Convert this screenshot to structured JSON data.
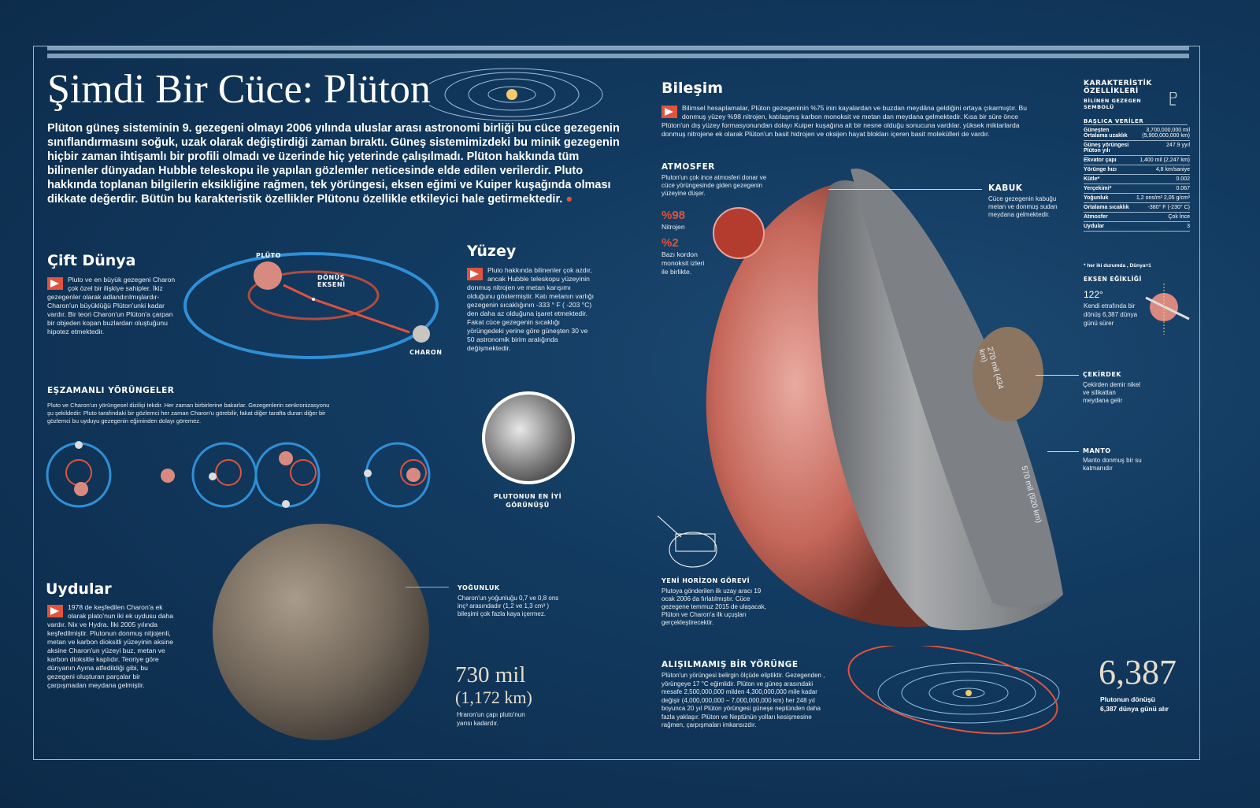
{
  "title": "Şimdi Bir Cüce: Plüton",
  "intro": "Plüton güneş sisteminin 9. gezegeni olmayı 2006 yılında uluslar arası astronomi birliği bu cüce gezegenin sınıflandırmasını soğuk, uzak olarak değiştirdiği zaman bıraktı. Güneş sistemimizdeki bu minik gezegenin hiçbir zaman ihtişamlı bir profili olmadı ve üzerinde hiç yeterinde çalışılmadı. Plüton hakkında tüm bilinenler dünyadan Hubble teleskopu ile yapılan gözlemler neticesinde elde edilen verilerdir. Pluto hakkında toplanan bilgilerin eksikliğine rağmen, tek yörüngesi, eksen eğimi ve Kuiper kuşağında olması dikkate değerdir. Bütün bu karakteristik özellikler Plütonu özellikle etkileyici hale getirmektedir.",
  "cift": {
    "title": "Çift Dünya",
    "text": "Pluto ve en büyük gezegeni Charon çok özel bir ilişkiye sahipler. İkiz gezegenler olarak adlandırılmışlardır- Charon'un büyüklüğü Plüton'unki kadar vardır. Bir teori Charon'un Plüton'a çarpan bir objeden kopan buzlardan oluştuğunu hipotez etmektedir.",
    "pluto": "PLÜTO",
    "axis": "DÖNÜŞ EKSENİ",
    "charon": "CHARON"
  },
  "yuzey": {
    "title": "Yüzey",
    "text": "Pluto hakkında bilinenler çok azdır, ancak Hubble teleskopu yüzeyinin donmuş nitrojen ve metan karışımı olduğunu göstermiştir. Katı metanın varlığı gezegenin sıcaklığının -333 ° F ( -203 °C) den daha az olduğuna işaret etmektedir. Fakat cüce gezegenin sıcaklığı yörüngedeki yerine göre güneşten 30 ve 50 astronomik birim aralığında değişmektedir.",
    "caption": "PLUTONUN EN İYİ GÖRÜNÜŞÜ"
  },
  "esz": {
    "title": "EŞZAMANLI YÖRÜNGELER",
    "text": "Pluto ve Charon'un yörüngesel dizilişi tekdir. Her zaman birbirlerine bakarlar. Gezegenlerin senkronizasyonu şu şekildedir: Pluto tarafındaki bir gözlemci her zaman Charon'u görebilir, fakat diğer tarafta duran diğer bir gözlemci bu uyduyu gezegenin eğiminden dolayı göremez."
  },
  "uydular": {
    "title": "Uydular",
    "text": "1978 de keşfedilen Charon'a ek olarak plato'nun iki ek uydusu daha vardır. Nix ve Hydra. İlki 2005 yılında keşfedilmiştir. Plutonun donmuş nitjojenli, metan ve karbon dioksitli yüzeyinin aksine aksine Charon'un yüzeyi buz, metan ve karbon dioksitle kaplıdır. Teoriye göre dünyanın Ayına atfedildiği gibi, bu gezegeni oluşturan parçalar bir çarpışmadan meydana gelmiştir."
  },
  "yogunluk": {
    "title": "YOĞUNLUK",
    "text": "Charon'un yoğunluğu 0,7 ve 0,8 ons inç³ arasındadır (1,2 ve 1,3 cm³ ) bileşimi çok fazla kaya içermez."
  },
  "diameter": {
    "mi": "730 mil",
    "km": "(1,172 km)",
    "text": "Hraron'un çapı pluto'nun yarısı kadardır."
  },
  "bilesim": {
    "title": "Bileşim",
    "text": "Bilimsel hesaplamalar, Plüton gezegeninin %75 inin kayalardan ve buzdan meydâna geldiğini ortaya çıkarmıştır. Bu donmuş yüzey %98 nitrojen, katılaşmış karbon monoksit ve metan dan meydana gelmektedir. Kısa bir süre önce Plüton'un dış yüzey formasyonundan dolayı Kuiper kuşağına ait bir nesne olduğu sonucuna vardılar. yüksek miktarlarda donmuş nitrojene ek olarak Plüton'un basit hidrojen ve oksijen hayat blokları içeren basit molekülleri de vardır."
  },
  "atmosfer": {
    "title": "ATMOSFER",
    "text": "Pluton'un çok ince atmosferi donar ve cüce yörüngesinde giden gezegenin yüzeyine düşer.",
    "p1": "%98",
    "l1": "Nitrojen",
    "p2": "%2",
    "l2": "Bazı kordon monoksit izleri ile birlikte."
  },
  "kabuk": {
    "title": "KABUK",
    "text": "Cüce gezegenin kabuğu metan ve donmuş sudan meydana gelmektedir."
  },
  "cekirdek": {
    "title": "ÇEKİRDEK",
    "text": "Çekirden demir nikel ve silikattan meydana gelir"
  },
  "manto": {
    "title": "MANTO",
    "text": "Manto donmuş bir su katmanıdır"
  },
  "core_dim": "270 mil (434 km)",
  "mantle_dim": "570 mil (920 km)",
  "horizon": {
    "title": "YENİ HORİZON GÖREVİ",
    "text": "Plutoya gönderilen ilk uzay aracı 19 ocak 2006 da fırlatılmıştır. Cüce gezegene temmuz 2015 de ulaşacak, Plüton ve Charon'a ilk uçuşları gerçekleştirecektir."
  },
  "orbit": {
    "title": "ALIŞILMAMIŞ BİR YÖRÜNGE",
    "text": "Plüton'un yörüngesi belirgin ölçüde eliptiktir. Gezegenden , yörüngeye 17 °C eğimlidir. Plüton ve güneş arasındaki mesafe 2,500,000,000 milden 4,300,000,000 mile kadar değişir (4,000,000,000 – 7,000,000,000 km) her 248 yıl boyunca 20 yıl Plüton yörüngesi güneşe neptünden daha fazla yaklaşır. Plüton ve Neptünün yolları kesişmesine rağmen, çarpışmaları imkansızdır."
  },
  "rotation": {
    "value": "6,387",
    "label": "Plutonun dönüşü",
    "text": "6,387 dünya günü alır"
  },
  "karak": {
    "title": "KARAKTERİSTİK ÖZELLİKLERİ",
    "sub": "BİLİNEN GEZEGEN SEMBOLÜ",
    "symbol": "♇",
    "main": "BAŞLICA VERİLER",
    "rows": [
      [
        "Güneşten Ortalama uzaklık",
        "3,700,000,000 mil (5,900,000,000 km)"
      ],
      [
        "Güneş yörüngesi Plüton yılı",
        "247.9 yyıl"
      ],
      [
        "Ekvator çapı",
        "1,400 mil (2,247 km)"
      ],
      [
        "Yörünge hızı",
        "4,8 km/saniye"
      ],
      [
        "Kütle*",
        "0.002"
      ],
      [
        "Yerçekimi*",
        "0.067"
      ],
      [
        "Yoğunluk",
        "1,2 ons/m³ 2,05 g/cm³"
      ],
      [
        "Ortalama sıcaklık",
        "-380° F (-230° C)"
      ],
      [
        "Atmosfer",
        "Çok İnce"
      ],
      [
        "Uydular",
        "3"
      ]
    ],
    "note": "* her iki durumda , Dünya=1"
  },
  "eksen": {
    "title": "EKSEN EĞİKLİĞİ",
    "value": "122°",
    "text": "Kendi etrafında bir dönüş 6,387 dünya günü sürer"
  },
  "colors": {
    "accent": "#e0533e",
    "bg": "#0e2f50",
    "orbit_blue": "#2f8fd6"
  }
}
